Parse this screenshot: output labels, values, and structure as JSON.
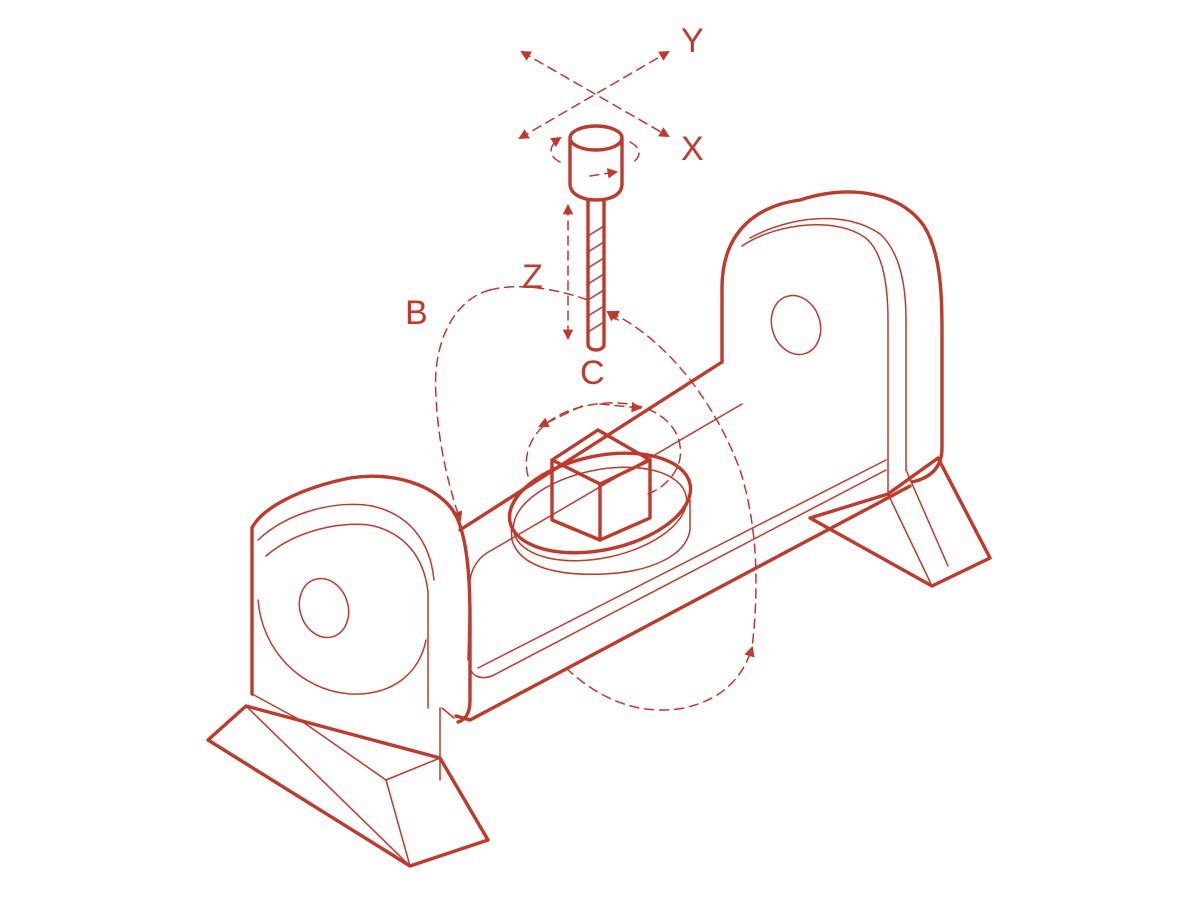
{
  "colors": {
    "line": "#c0392b",
    "background": "#ffffff"
  },
  "labels": {
    "y_axis": "Y",
    "x_axis": "X",
    "z_axis": "Z",
    "b_axis": "B",
    "c_axis": "C"
  }
}
